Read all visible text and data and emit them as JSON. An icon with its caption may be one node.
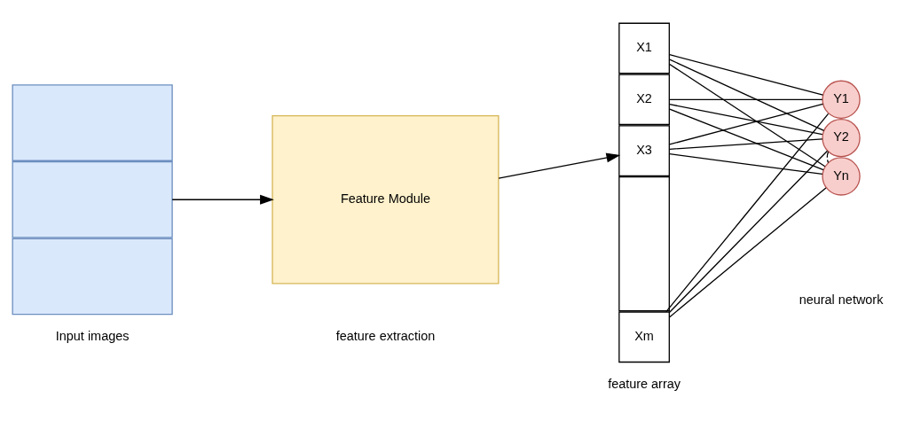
{
  "diagram": {
    "nodes": [
      {
        "text": [],
        "shape": "box"
      },
      {
        "text": [],
        "shape": "box"
      },
      {
        "text": [],
        "shape": "box"
      },
      {
        "text": [
          "Feature Module"
        ]
      },
      {
        "text": [
          "X1"
        ]
      },
      {
        "text": [
          "X2"
        ]
      },
      {
        "text": [
          "X3"
        ]
      },
      {
        "text": [],
        "shape": "box"
      },
      {
        "text": [
          "Xm"
        ]
      },
      {
        "text": [
          "Y1"
        ]
      },
      {
        "text": [
          "Y2"
        ]
      },
      {
        "text": [
          "Yn"
        ]
      }
    ],
    "edges": [
      {
        "from": 1,
        "to": 3,
        "arrow": "to"
      },
      {
        "from": 3,
        "to": 6,
        "arrow": "to"
      },
      {
        "from": 4,
        "to": 9,
        "arrow": "none"
      },
      {
        "from": 4,
        "to": 10,
        "arrow": "none"
      },
      {
        "from": 4,
        "to": 11,
        "arrow": "none"
      },
      {
        "from": 5,
        "to": 9,
        "arrow": "none"
      },
      {
        "from": 5,
        "to": 10,
        "arrow": "none"
      },
      {
        "from": 5,
        "to": 11,
        "arrow": "none"
      },
      {
        "from": 6,
        "to": 9,
        "arrow": "none"
      },
      {
        "from": 6,
        "to": 10,
        "arrow": "none"
      },
      {
        "from": 6,
        "to": 11,
        "arrow": "none"
      },
      {
        "from": 8,
        "to": 9,
        "arrow": "none"
      },
      {
        "from": 8,
        "to": 10,
        "arrow": "none"
      },
      {
        "from": 8,
        "to": 11,
        "arrow": "none"
      },
      {
        "from": 10,
        "to": 11,
        "arrow": "none",
        "style": "dashed"
      }
    ],
    "labels": [
      "Input images",
      "feature extraction",
      "feature array",
      "neural network"
    ]
  }
}
